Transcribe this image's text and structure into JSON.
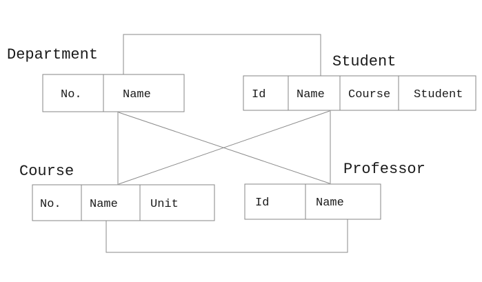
{
  "colors": {
    "background": "#ffffff",
    "line": "#858585",
    "text": "#1a1a1a"
  },
  "entities": {
    "department": {
      "label": "Department",
      "fields": [
        "No.",
        "Name"
      ]
    },
    "student": {
      "label": "Student",
      "fields": [
        "Id",
        "Name",
        "Course",
        "Student"
      ]
    },
    "course": {
      "label": "Course",
      "fields": [
        "No.",
        "Name",
        "Unit"
      ]
    },
    "professor": {
      "label": "Professor",
      "fields": [
        "Id",
        "Name"
      ]
    }
  },
  "connections": [
    "Department.Name - Student.Name",
    "Department.Name - Course.Name",
    "Department.Name - Professor.Name",
    "Student.Name - Course.Name",
    "Student.Name - Professor.Name",
    "Course.Name - Professor.Name"
  ]
}
